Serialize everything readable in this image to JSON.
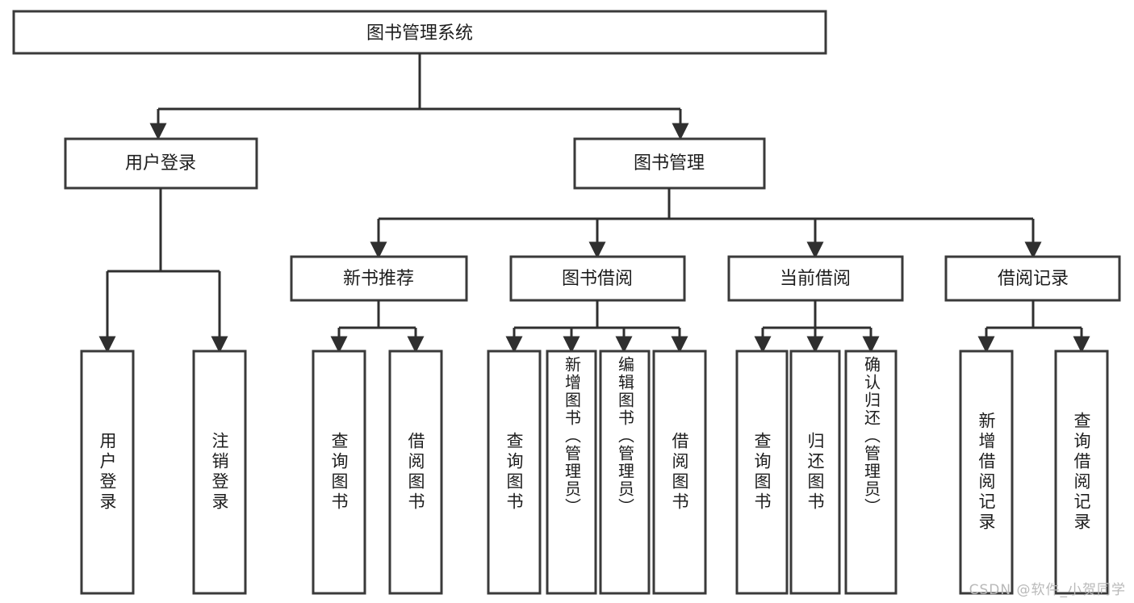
{
  "diagram": {
    "title": "图书管理系统",
    "watermark": "CSDN @软件_小贺同学",
    "colors": {
      "box_stroke": "#3a3a3a",
      "connector": "#2f2f2f",
      "background": "#ffffff",
      "text": "#1d1d1d",
      "watermark": "#b9b9b9"
    },
    "root": {
      "label": "图书管理系统"
    },
    "level2": [
      {
        "label": "用户登录"
      },
      {
        "label": "图书管理"
      }
    ],
    "level3": [
      {
        "label": "新书推荐"
      },
      {
        "label": "图书借阅"
      },
      {
        "label": "当前借阅"
      },
      {
        "label": "借阅记录"
      }
    ],
    "leaves": {
      "user_login": [
        {
          "label": "用户登录"
        },
        {
          "label": "注销登录"
        }
      ],
      "new_book_recommend": [
        {
          "label": "查询图书"
        },
        {
          "label": "借阅图书"
        }
      ],
      "book_borrow": [
        {
          "label": "查询图书"
        },
        {
          "label": "新增图书（管理员）"
        },
        {
          "label": "编辑图书（管理员）"
        },
        {
          "label": "借阅图书"
        }
      ],
      "current_borrow": [
        {
          "label": "查询图书"
        },
        {
          "label": "归还图书"
        },
        {
          "label": "确认归还（管理员）"
        }
      ],
      "borrow_record": [
        {
          "label": "新增借阅记录"
        },
        {
          "label": "查询借阅记录"
        }
      ]
    }
  }
}
